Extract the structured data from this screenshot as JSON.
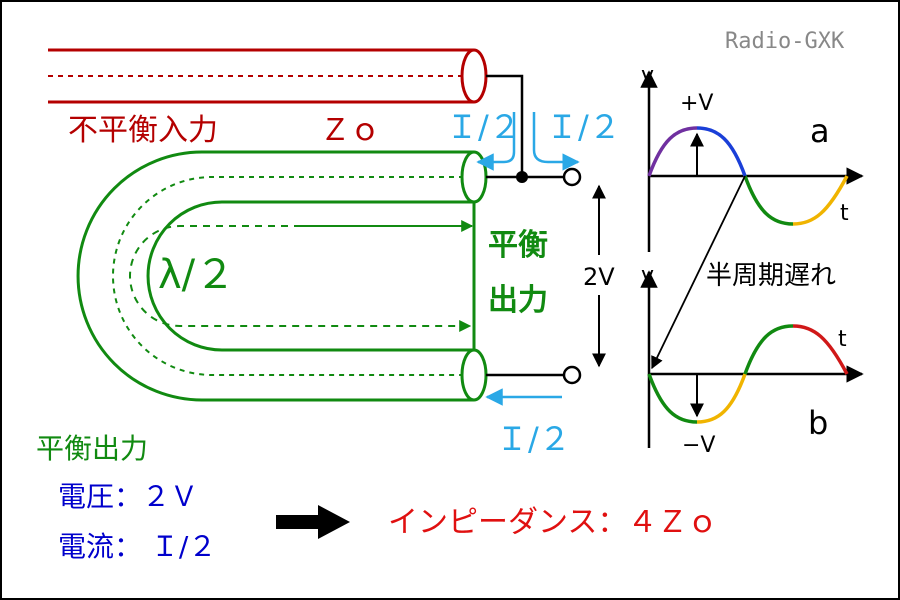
{
  "brand": "Radio-GXK",
  "input_label": "不平衡入力",
  "zo_label": "Ｚｏ",
  "current_half": "Ｉ/２",
  "balanced_output_v1": "平衡",
  "balanced_output_v2": "出力",
  "voltage_label": "2V",
  "half_wave_label": "λ/２",
  "summary": {
    "title": "平衡出力",
    "voltage": "電圧：２Ｖ",
    "current": "電流： Ｉ/２",
    "impedance": "インピーダンス：４Ｚｏ"
  },
  "waves": {
    "axis_v": "v",
    "axis_t": "t",
    "wave_a": "a",
    "wave_b": "b",
    "peak_a": "+V",
    "peak_b": "−V",
    "delay": "半周期遅れ"
  },
  "colors": {
    "red": "#b40000",
    "green": "#118a11",
    "cyan": "#2aa8e6",
    "blue": "#0000cc",
    "bright_red": "#e01010",
    "purple": "#7030a0",
    "wave_blue": "#1a3fd8",
    "yellow": "#f0b400",
    "wave_red": "#d01818"
  }
}
